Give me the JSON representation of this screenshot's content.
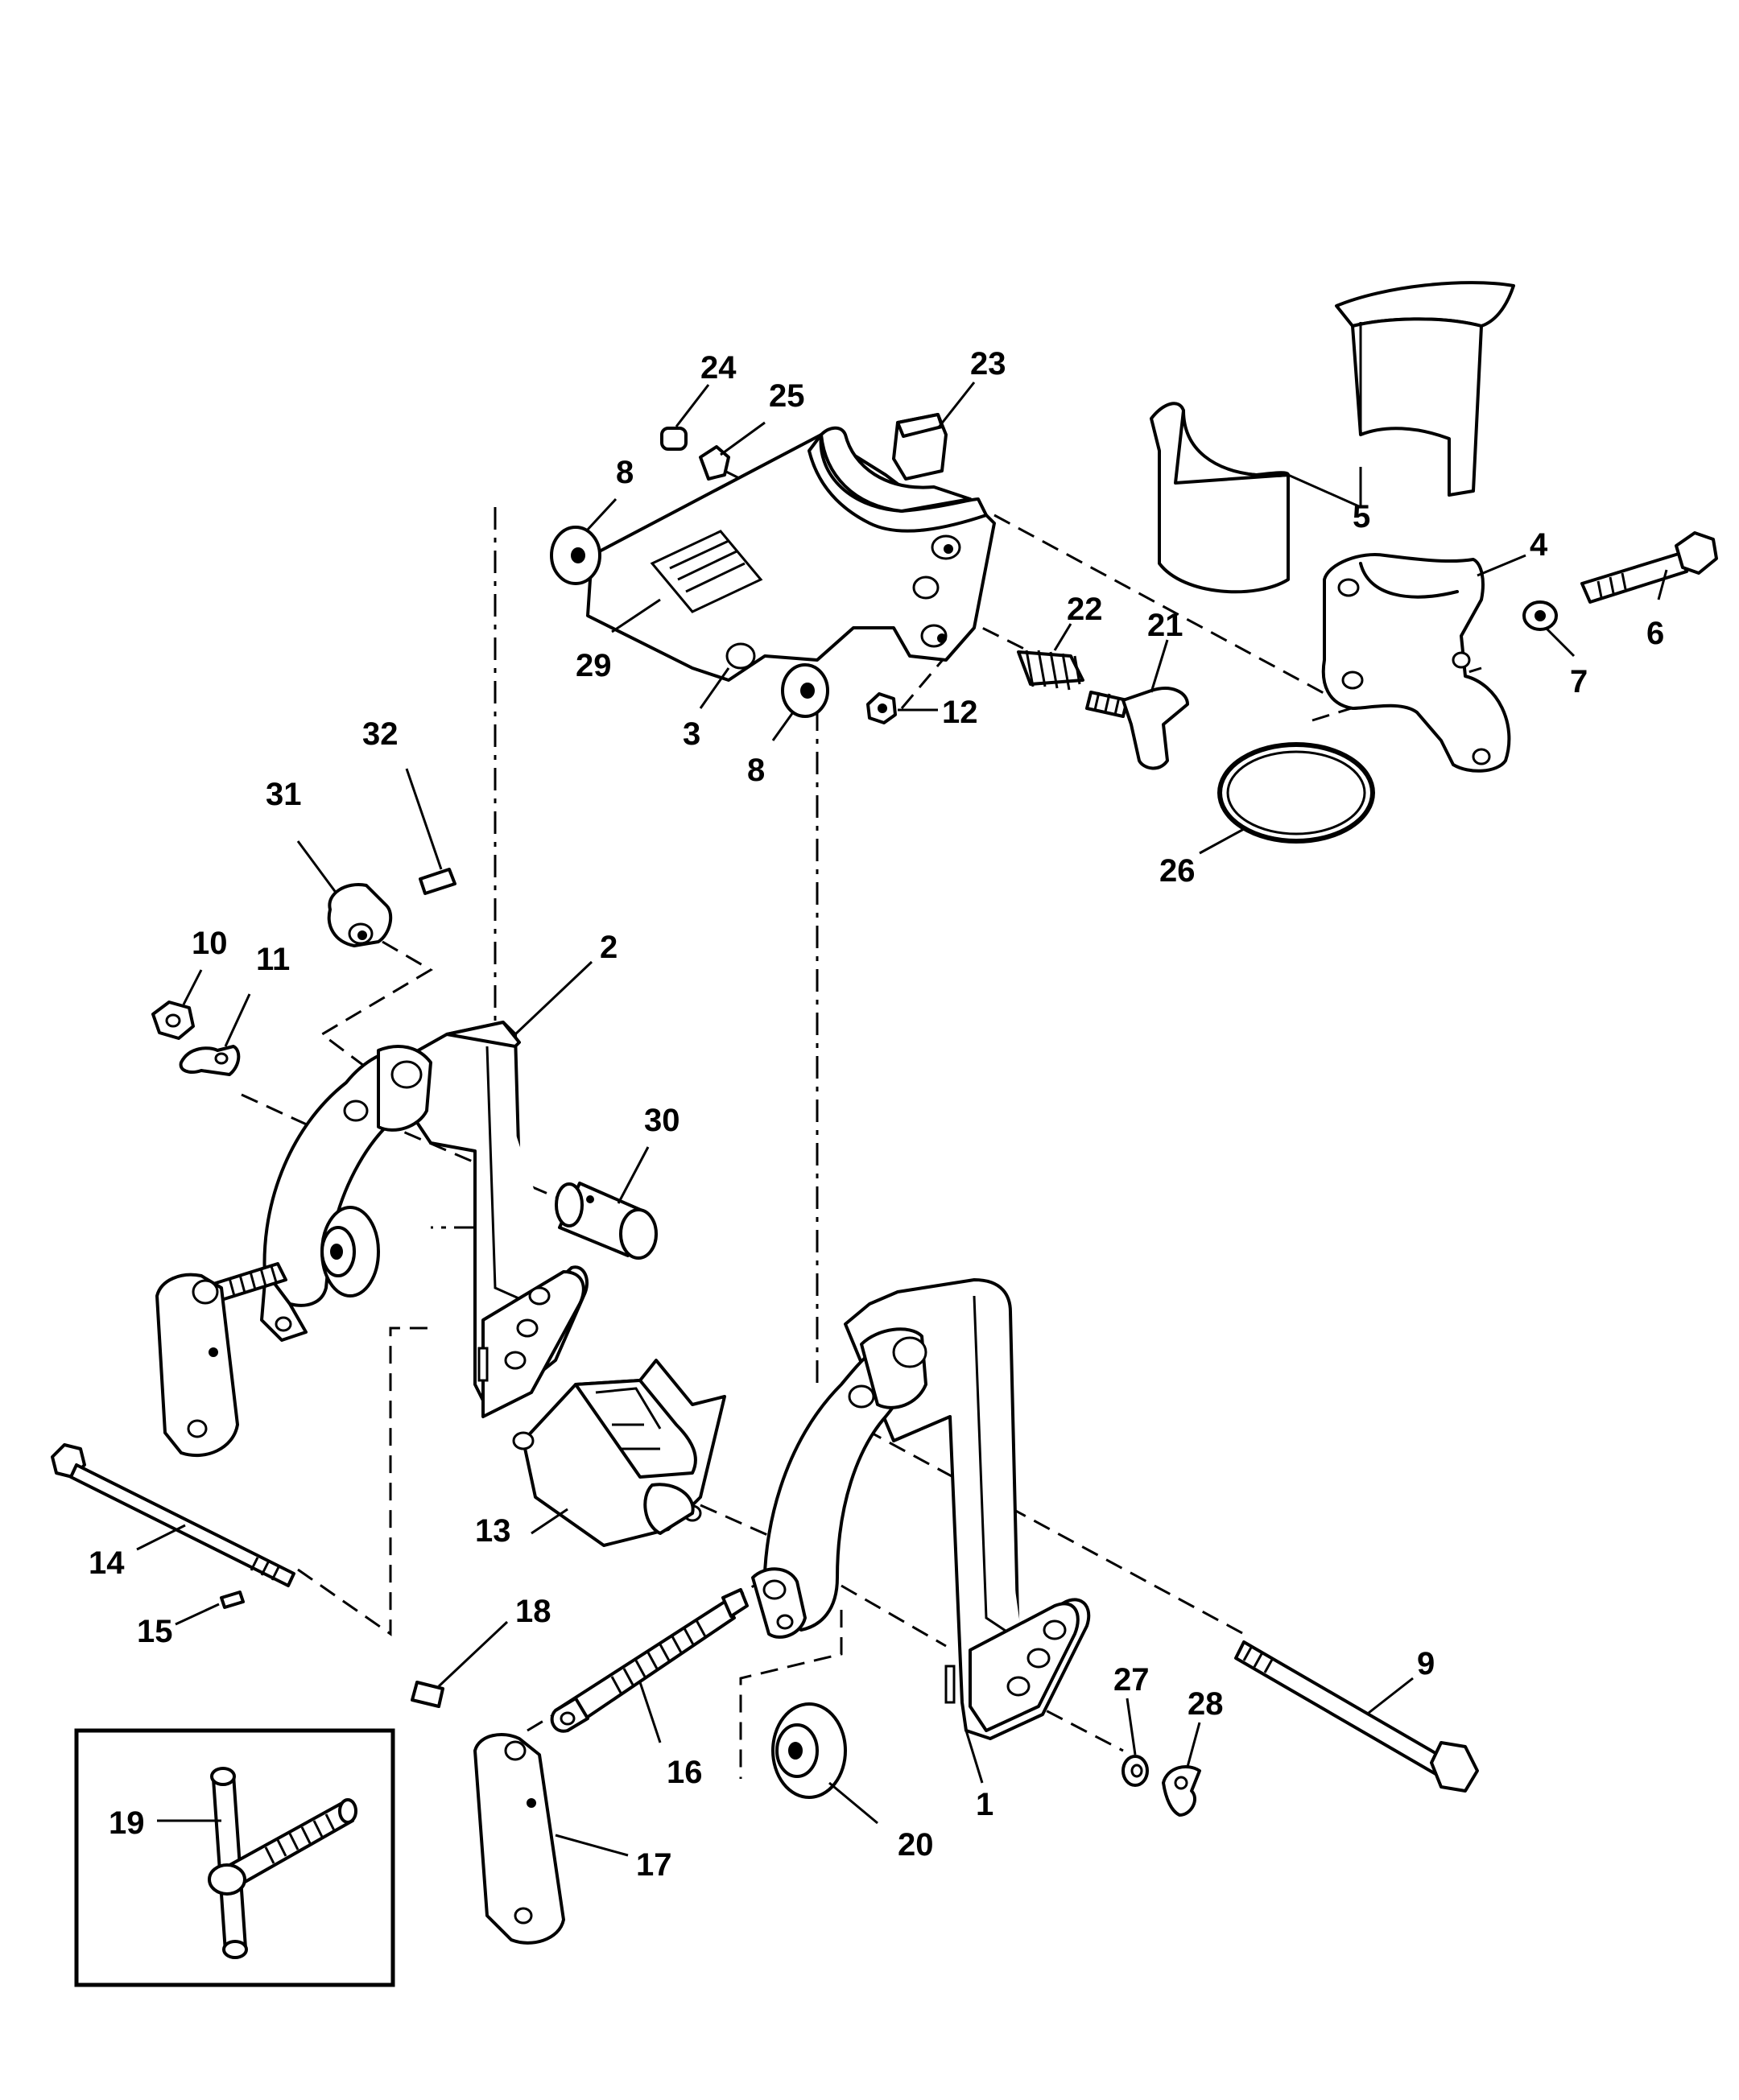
{
  "callouts": {
    "c1": "1",
    "c2": "2",
    "c3": "3",
    "c4": "4",
    "c5": "5",
    "c6": "6",
    "c7": "7",
    "c8a": "8",
    "c8b": "8",
    "c9": "9",
    "c10": "10",
    "c11": "11",
    "c12": "12",
    "c13": "13",
    "c14": "14",
    "c15": "15",
    "c16": "16",
    "c17": "17",
    "c18": "18",
    "c19": "19",
    "c20": "20",
    "c21": "21",
    "c22": "22",
    "c23": "23",
    "c24": "24",
    "c25": "25",
    "c26": "26",
    "c27": "27",
    "c28": "28",
    "c29": "29",
    "c30": "30",
    "c31": "31",
    "c32": "32"
  },
  "colors": {
    "ink": "#000000",
    "paper": "#ffffff"
  }
}
